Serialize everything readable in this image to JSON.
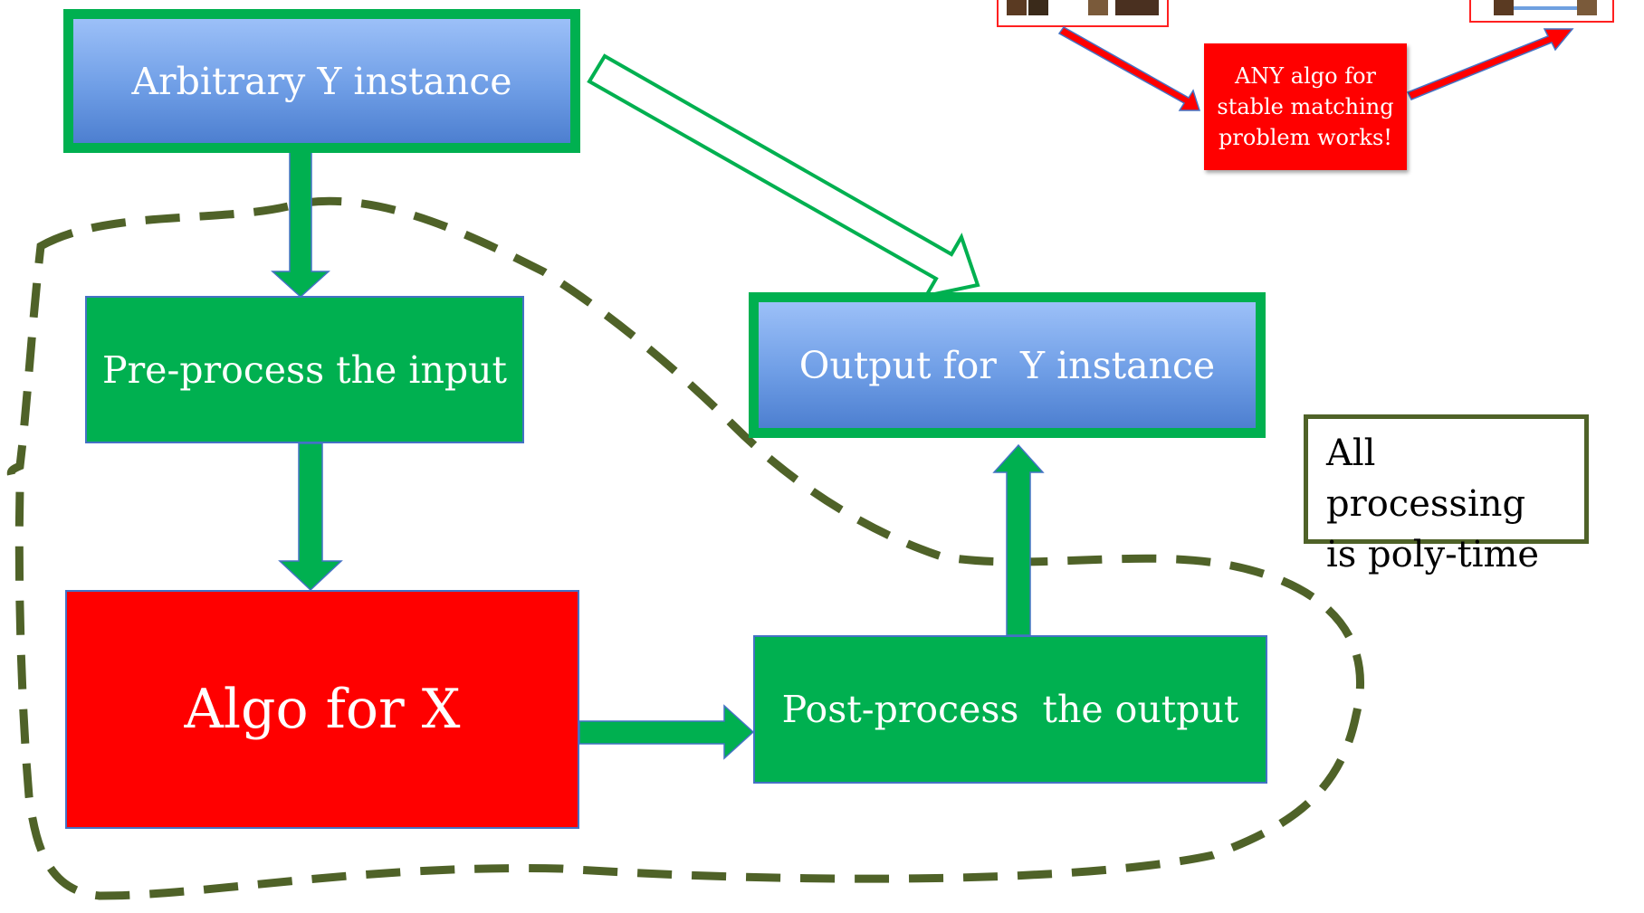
{
  "boxes": {
    "arbitrary_y": "Arbitrary Y instance",
    "preprocess": "Pre-process the input",
    "algo_x": "Algo for X",
    "postprocess": "Post-process  the output",
    "output_y": "Output for  Y instance"
  },
  "note": {
    "line1": "All processing",
    "line2": "is poly-time"
  },
  "inset": {
    "line1": "ANY algo for",
    "line2": "stable matching",
    "line3": "problem works!"
  },
  "colors": {
    "green_arrow": "#00b050",
    "dashed_outline": "#4f6228",
    "red": "#ff0000",
    "blue_gradient_top": "#9cc0f8",
    "blue_gradient_bottom": "#4d7fd0"
  }
}
